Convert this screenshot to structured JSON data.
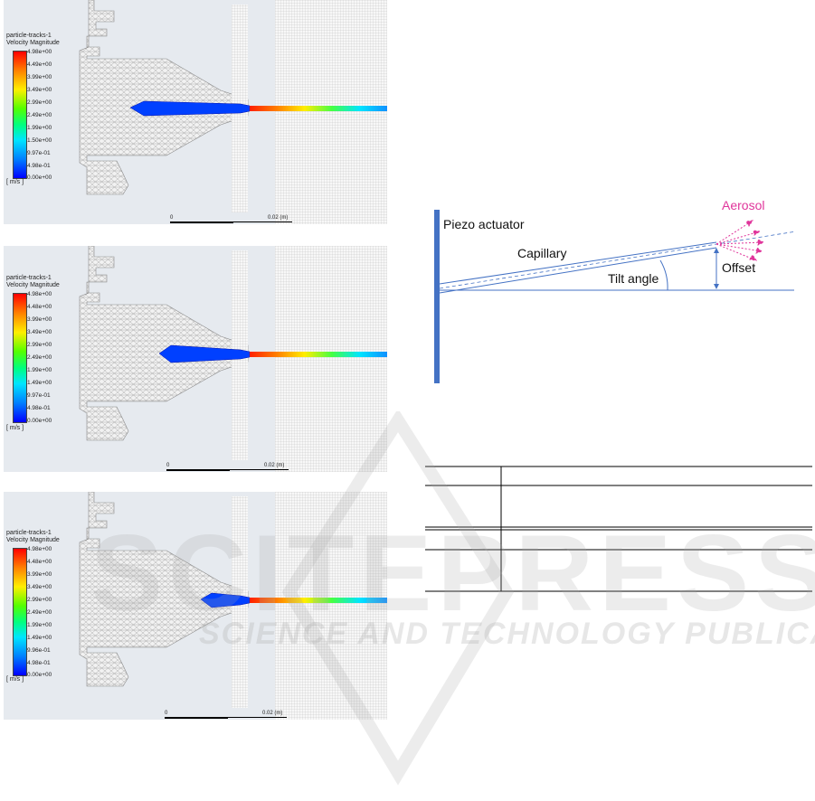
{
  "figure_panels": [
    {
      "legend_title": "particle-tracks-1",
      "legend_subtitle": "Velocity Magnitude",
      "ticks": [
        "4.98e+00",
        "4.49e+00",
        "3.99e+00",
        "3.49e+00",
        "2.99e+00",
        "2.49e+00",
        "1.99e+00",
        "1.50e+00",
        "9.97e-01",
        "4.98e-01",
        "0.00e+00"
      ],
      "unit": "[ m/s ]",
      "scale_start": "0",
      "scale_end": "0.02 (m)"
    },
    {
      "legend_title": "particle-tracks-1",
      "legend_subtitle": "Velocity Magnitude",
      "ticks": [
        "4.98e+00",
        "4.48e+00",
        "3.99e+00",
        "3.49e+00",
        "2.99e+00",
        "2.49e+00",
        "1.99e+00",
        "1.49e+00",
        "9.97e-01",
        "4.98e-01",
        "0.00e+00"
      ],
      "unit": "[ m/s ]",
      "scale_start": "0",
      "scale_end": "0.02 (m)"
    },
    {
      "legend_title": "particle-tracks-1",
      "legend_subtitle": "Velocity Magnitude",
      "ticks": [
        "4.98e+00",
        "4.48e+00",
        "3.99e+00",
        "3.49e+00",
        "2.99e+00",
        "2.49e+00",
        "1.99e+00",
        "1.49e+00",
        "9.96e-01",
        "4.98e-01",
        "0.00e+00"
      ],
      "unit": "[ m/s ]",
      "scale_start": "0",
      "scale_end": "0.02 (m)"
    }
  ],
  "diagram": {
    "piezo_label": "Piezo actuator",
    "capillary_label": "Capillary",
    "tilt_label": "Tilt angle",
    "offset_label": "Offset",
    "aerosol_label": "Aerosol",
    "colors": {
      "piezo": "#4472c4",
      "line": "#4472c4",
      "aerosol": "#e0359b"
    }
  },
  "watermark": {
    "line1": "SCITEPRESS",
    "line2": "SCIENCE AND TECHNOLOGY PUBLICATIONS"
  }
}
